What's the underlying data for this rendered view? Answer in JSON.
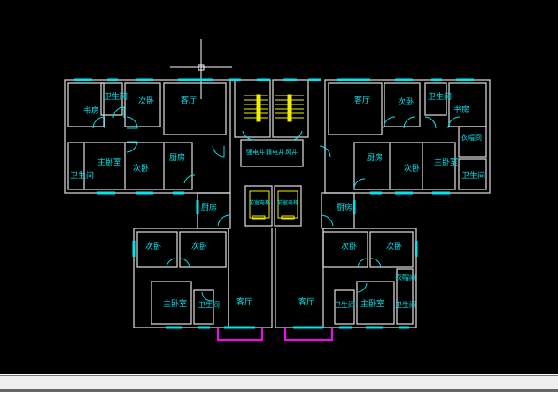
{
  "drawing": {
    "layer_colors": {
      "walls": "#d0d0d0",
      "windows": "#00e5ee",
      "stairs": "#f0f000",
      "balcony": "#ff00ff",
      "background": "#000000"
    },
    "rooms": {
      "study": "书房",
      "bath": "卫生间",
      "bedroom": "次卧",
      "living": "客厅",
      "master": "主卧室",
      "kitchen": "厨房",
      "closet": "衣帽间",
      "strong_shaft": "强电井",
      "weak_shaft": "弱电井",
      "air_shaft": "风井",
      "lift_lobby": "前室电梯"
    }
  }
}
